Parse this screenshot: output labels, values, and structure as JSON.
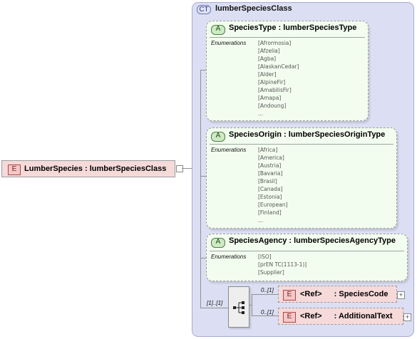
{
  "root_element": {
    "badge": "E",
    "name": "LumberSpecies",
    "type": ": lumberSpeciesClass"
  },
  "complex_type": {
    "badge": "CT",
    "name": "lumberSpeciesClass"
  },
  "attributes": [
    {
      "badge": "A",
      "name": "SpeciesType",
      "type": ": lumberSpeciesType",
      "enum_label": "Enumerations",
      "values": [
        "[Afrormosia]",
        "[Afzelia]",
        "[Agba]",
        "[AlaskanCedar]",
        "[Alder]",
        "[AlpineFir]",
        "[AmabilisFir]",
        "[Amapa]",
        "[Andoung]",
        "..."
      ]
    },
    {
      "badge": "A",
      "name": "SpeciesOrigin",
      "type": ": lumberSpeciesOriginType",
      "enum_label": "Enumerations",
      "values": [
        "[Africa]",
        "[America]",
        "[Austria]",
        "[Bavaria]",
        "[Brasil]",
        "[Canada]",
        "[Estonia]",
        "[European]",
        "[Finland]",
        "..."
      ]
    },
    {
      "badge": "A",
      "name": "SpeciesAgency",
      "type": ": lumberSpeciesAgencyType",
      "enum_label": "Enumerations",
      "values": [
        "[ISO]",
        "[prEN TC(1113-1)]",
        "[Supplier]"
      ]
    }
  ],
  "sequence": {
    "cardinality": "[1]..[1]"
  },
  "children": [
    {
      "badge": "E",
      "ref": "<Ref>",
      "name": ": SpeciesCode",
      "cardinality": "0..[1]",
      "expand": "+"
    },
    {
      "badge": "E",
      "ref": "<Ref>",
      "name": ": AdditionalText",
      "cardinality": "0..[1]",
      "expand": "+"
    }
  ]
}
